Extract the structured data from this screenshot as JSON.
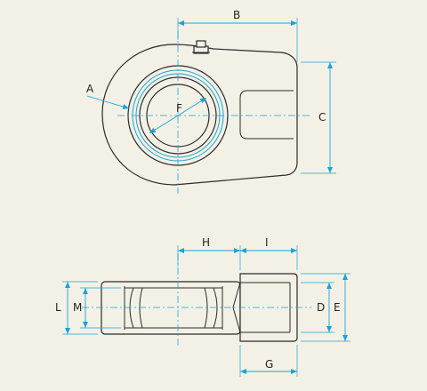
{
  "labels": {
    "A": "A",
    "B": "B",
    "C": "C",
    "D": "D",
    "E": "E",
    "F": "F",
    "G": "G",
    "H": "H",
    "I": "I",
    "L": "L",
    "M": "M"
  },
  "colors": {
    "background": "#f3f1e6",
    "outline": "#2b2b2b",
    "dimension": "#1aa3d9"
  }
}
